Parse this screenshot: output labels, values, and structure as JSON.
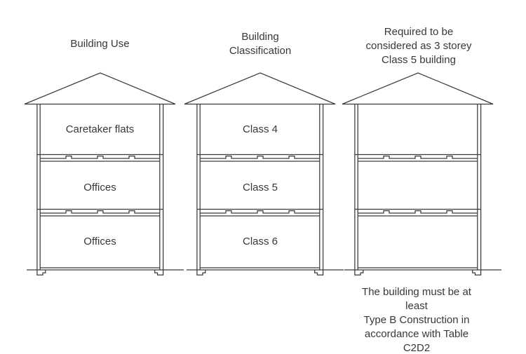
{
  "diagram": {
    "description": "Three-storey building cross-sections comparing building use, classification and required treatment",
    "buildings": [
      {
        "title": "Building Use",
        "floors": [
          "Caretaker flats",
          "Offices",
          "Offices"
        ]
      },
      {
        "title": "Building\nClassification",
        "floors": [
          "Class 4",
          "Class 5",
          "Class 6"
        ]
      },
      {
        "title": "Required to be\nconsidered as 3 storey\nClass 5 building",
        "floors": [
          "",
          "",
          ""
        ]
      }
    ],
    "note": "The building must be at least\nType B Construction in\naccordance with Table C2D2",
    "colors": {
      "line": "#3b3b3b",
      "text": "#383838",
      "background": "#ffffff"
    }
  }
}
